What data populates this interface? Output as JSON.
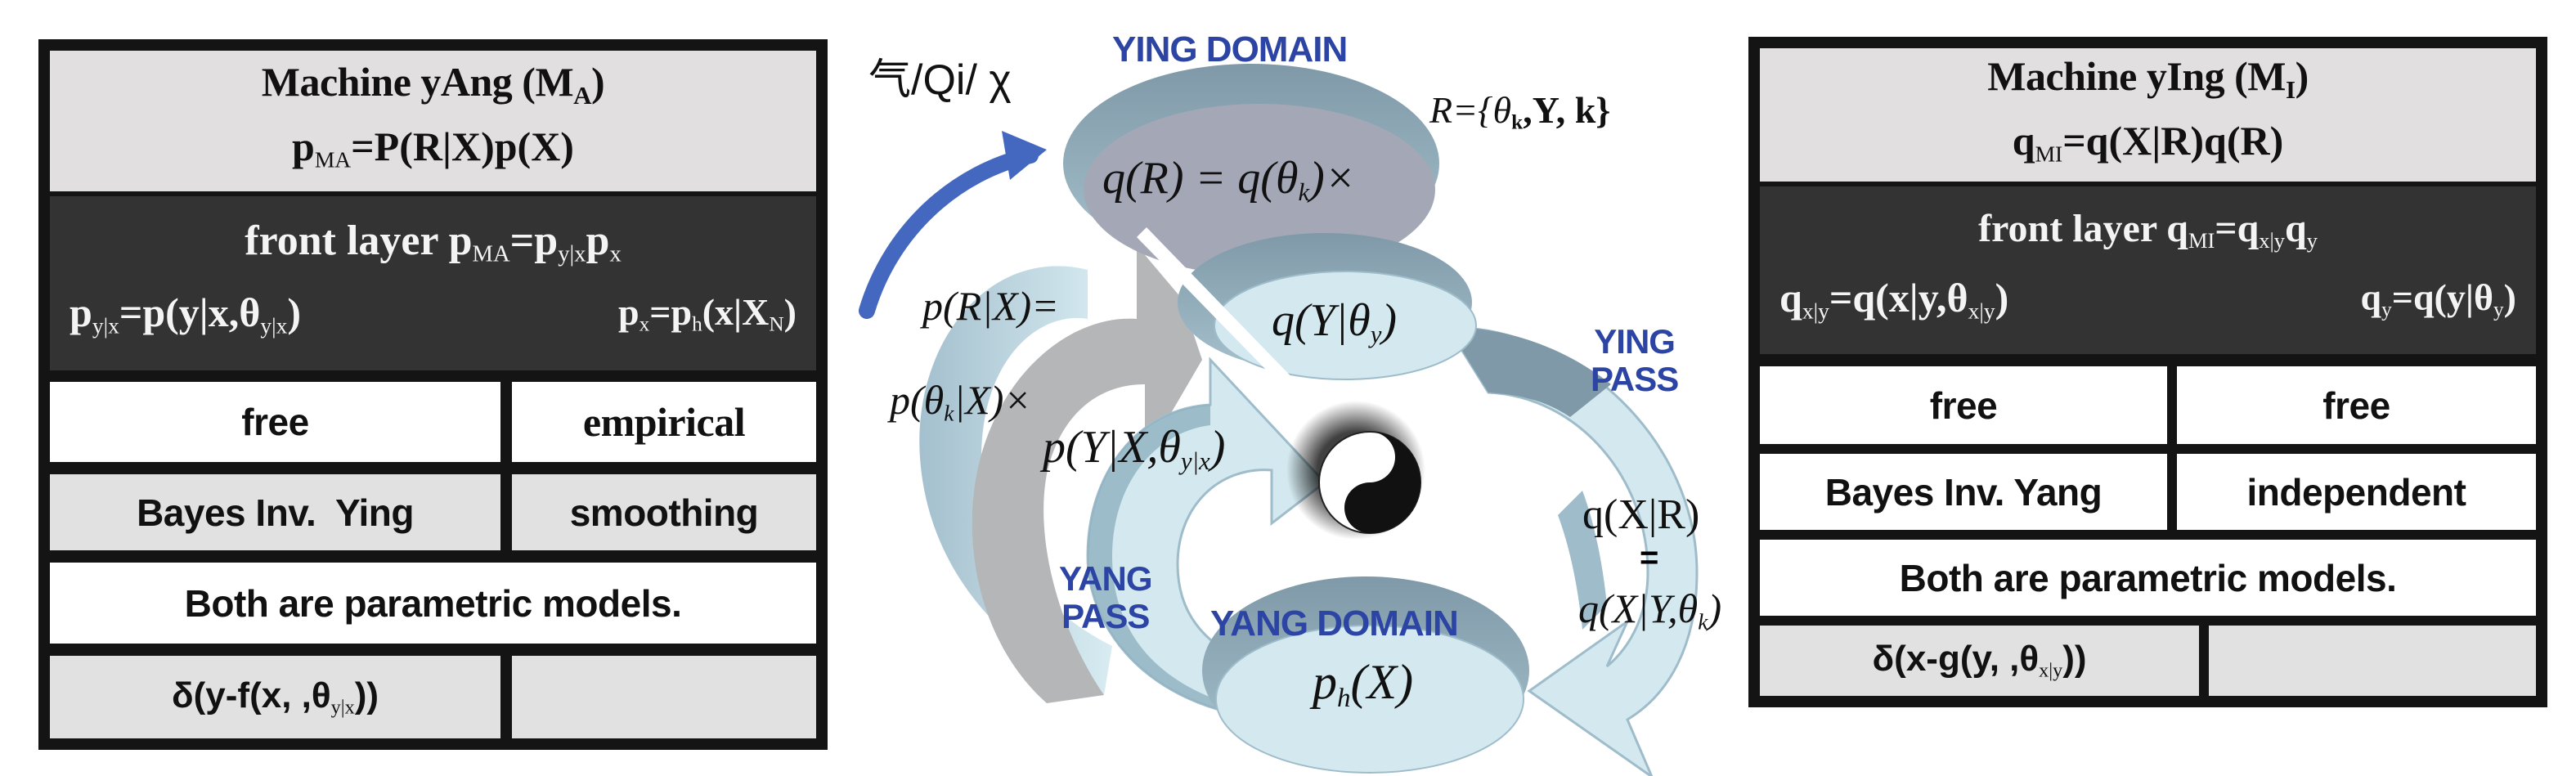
{
  "left_table": {
    "title": "Machine yAng (M",
    "title_sub": "A",
    "title_close": ")",
    "formula_p": "p",
    "formula_sub": "MA",
    "formula_rest": "=P(R|X)p(X)",
    "front_layer_prefix": "front layer p",
    "front_layer_sub": "MA",
    "front_layer_eq": "=p",
    "front_layer_sub2": "y|x",
    "front_layer_p": "p",
    "front_layer_sub3": "x",
    "cond_left_p": "p",
    "cond_left_sub": "y|x",
    "cond_left_eq": "=p(y|x,θ",
    "cond_left_sub2": "y|x",
    "cond_left_close": ")",
    "cond_right_p": "p",
    "cond_right_sub": "x",
    "cond_right_eq": "=p",
    "cond_right_sub2": "h",
    "cond_right_rest": "(x|X",
    "cond_right_sub3": "N",
    "cond_right_close": ")",
    "rows": [
      {
        "left": "free",
        "right": "empirical"
      },
      {
        "left": "Bayes Inv.  Ying",
        "right": "smoothing"
      }
    ],
    "both_row": "Both are parametric models.",
    "delta_left": "δ(y-f(x, ,θ",
    "delta_sub": "y|x",
    "delta_close": "))",
    "delta_right": ""
  },
  "right_table": {
    "title": "Machine yIng (M",
    "title_sub": "I",
    "title_close": ")",
    "formula_p": "q",
    "formula_sub": "MI",
    "formula_rest": "=q(X|R)q(R)",
    "front_layer_prefix": "front layer q",
    "front_layer_sub": "MI",
    "front_layer_eq": "=q",
    "front_layer_sub2": "x|y",
    "front_layer_p": "q",
    "front_layer_sub3": "y",
    "cond_left_p": "q",
    "cond_left_sub": "x|y",
    "cond_left_eq": "=q(x|y,θ",
    "cond_left_sub2": "x|y",
    "cond_left_close": ")",
    "cond_right_p": "q",
    "cond_right_sub": "y",
    "cond_right_eq": "=q(y|θ",
    "cond_right_sub2": "y",
    "cond_right_close": ")",
    "rows": [
      {
        "left": "free",
        "right": "free"
      },
      {
        "left": "Bayes Inv. Yang",
        "right": "independent"
      }
    ],
    "both_row": "Both are parametric models.",
    "delta_left": "δ(x-g(y, ,θ",
    "delta_sub": "x|y",
    "delta_close": "))",
    "delta_right": ""
  },
  "diagram": {
    "qi_label": "气/Qi/  χ",
    "ying_domain": "YING DOMAIN",
    "r_def": "R={θ",
    "r_def_sub": "k",
    "r_def_rest": ",Y, k}",
    "qR_formula": "q(R) = q(θ",
    "qR_sub": "k",
    "qR_rest": ")×",
    "qY_formula": "q(Y|θ",
    "qY_sub": "y",
    "qY_close": ")",
    "pRX_line1": "p(R|X)=",
    "pRX_line2": "p(θ",
    "pRX_line2_sub": "k",
    "pRX_line2_rest": "|X)×",
    "pYX": "p(Y|X,θ",
    "pYX_sub": "y|x",
    "pYX_close": ")",
    "ying_pass_1": "YING",
    "ying_pass_2": "PASS",
    "qXR": "q(X|R)",
    "qXR_eq": "=",
    "qXY": "q(X|Y,θ",
    "qXY_sub": "k",
    "qXY_close": ")",
    "yang_pass_1": "YANG",
    "yang_pass_2": "PASS",
    "yang_domain": "YANG DOMAIN",
    "ph": "p",
    "ph_sub": "h",
    "ph_rest": "(X)",
    "colors": {
      "label_blue": "#2c44a3",
      "arrow_blue": "#4468c0",
      "disc_light": "#d3e9ef",
      "disc_side": "#86a3b2",
      "disc_top_gray": "#a3a7b4",
      "gray_arrow": "#b7b7b9"
    }
  }
}
